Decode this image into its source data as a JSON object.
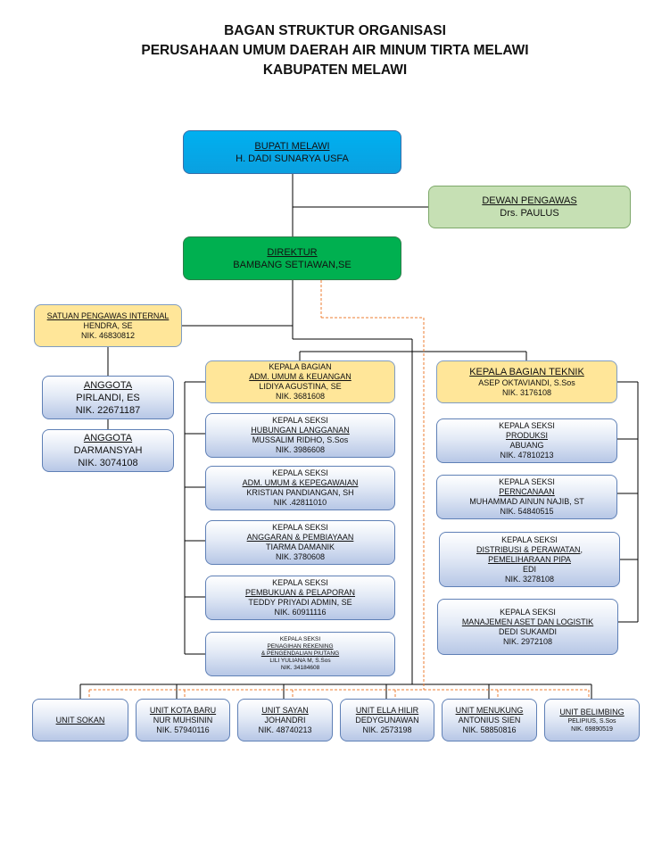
{
  "title": {
    "line1": "BAGAN STRUKTUR ORGANISASI",
    "line2": "PERUSAHAAN UMUM DAERAH AIR MINUM TIRTA MELAWI",
    "line3": "KABUPATEN MELAWI"
  },
  "bupati": {
    "role": "BUPATI MELAWI",
    "name": "H. DADI SUNARYA USFA"
  },
  "dewan": {
    "role": "DEWAN PENGAWAS",
    "name": "Drs. PAULUS"
  },
  "direktur": {
    "role": "DIREKTUR",
    "name": "BAMBANG SETIAWAN,SE"
  },
  "spi": {
    "role": "SATUAN PENGAWAS INTERNAL",
    "name": "HENDRA, SE",
    "nik": "NIK. 46830812"
  },
  "anggota": [
    {
      "role": "ANGGOTA",
      "name": "PIRLANDI, ES",
      "nik": "NIK.  22671187"
    },
    {
      "role": "ANGGOTA",
      "name": "DARMANSYAH",
      "nik": "NIK. 3074108"
    }
  ],
  "kabag_umum": {
    "label": "KEPALA BAGIAN",
    "role": "ADM. UMUM & KEUANGAN",
    "name": "LIDIYA AGUSTINA, SE",
    "nik": "NIK. 3681608"
  },
  "seksi_umum": [
    {
      "label": "KEPALA SEKSI",
      "role": "HUBUNGAN LANGGANAN",
      "name": "MUSSALIM RIDHO, S.Sos",
      "nik": "NIK. 3986608"
    },
    {
      "label": "KEPALA SEKSI",
      "role": "ADM. UMUM & KEPEGAWAIAN",
      "name": "KRISTIAN PANDIANGAN, SH",
      "nik": "NIK .42811010"
    },
    {
      "label": "KEPALA SEKSI",
      "role": "ANGGARAN & PEMBIAYAAN",
      "name": "TIARMA DAMANIK",
      "nik": "NIK. 3780608"
    },
    {
      "label": "KEPALA SEKSI",
      "role": "PEMBUKUAN & PELAPORAN",
      "name": "TEDDY PRIYADI ADMIN, SE",
      "nik": "NIK. 60911116"
    }
  ],
  "seksi_penagihan": {
    "label": "KEPALA SEKSI",
    "role1": "PENAGIHAN REKENING",
    "role2": "& PENGENDALIAN PIUTANG",
    "name": "LILI YULIANA M, S.Sos",
    "nik": "NIK. 34184608"
  },
  "kabag_teknik": {
    "role": "KEPALA BAGIAN TEKNIK",
    "name": "ASEP OKTAVIANDI, S.Sos",
    "nik": "NIK. 3176108"
  },
  "seksi_teknik": [
    {
      "label": "KEPALA SEKSI",
      "role1": "PRODUKSI",
      "role2": "",
      "name": "ABUANG",
      "nik": "NIK. 47810213"
    },
    {
      "label": "KEPALA SEKSI",
      "role1": "PERNCANAAN",
      "role2": "",
      "name": "MUHAMMAD AINUN NAJIB, ST",
      "nik": "NIK. 54840515"
    },
    {
      "label": "KEPALA SEKSI",
      "role1": "DISTRIBUSI & PERAWATAN,",
      "role2": "PEMELIHARAAN PIPA",
      "name": "EDI",
      "nik": "NIK. 3278108"
    },
    {
      "label": "KEPALA SEKSI",
      "role1": "MANAJEMEN ASET DAN LOGISTIK",
      "role2": "",
      "name": "DEDI SUKAMDI",
      "nik": "NIK. 2972108"
    }
  ],
  "units": [
    {
      "role": "UNIT SOKAN",
      "name": "",
      "nik": ""
    },
    {
      "role": "UNIT KOTA BARU",
      "name": "NUR MUHSININ",
      "nik": "NIK. 57940116"
    },
    {
      "role": "UNIT SAYAN",
      "name": "JOHANDRI",
      "nik": "NIK. 48740213"
    },
    {
      "role": "UNIT ELLA HILIR",
      "name": "DEDYGUNAWAN",
      "nik": "NIK. 2573198"
    },
    {
      "role": "UNIT MENUKUNG",
      "name": "ANTONIUS SIEN",
      "nik": "NIK. 58850816"
    },
    {
      "role": "UNIT BELIMBING",
      "name": "PELIPIUS, S.Sos",
      "nik": "NIK. 69890519"
    }
  ],
  "colors": {
    "bupati": "#00b0f0",
    "direktur": "#00b050",
    "dewan": "#c6e0b4",
    "kabag": "#ffe699",
    "seksi": "#b7c7e6",
    "dashed_line": "#ed7d31",
    "line": "#000000"
  }
}
